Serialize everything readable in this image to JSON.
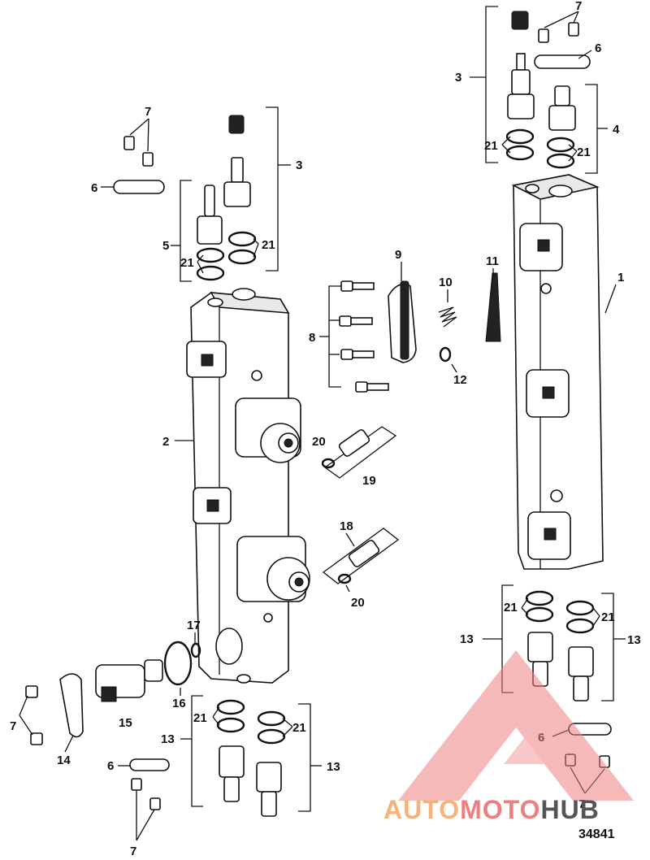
{
  "figure": {
    "number": "34841"
  },
  "watermark": {
    "part1": "AUTO",
    "part2": "MOTO",
    "part3": "HUB",
    "color_primary": "#ef7f7f",
    "color_secondary": "#f6b27a"
  },
  "callouts": {
    "c1": "1",
    "c2": "2",
    "c3a": "3",
    "c3b": "3",
    "c4": "4",
    "c5": "5",
    "c6a": "6",
    "c6b": "6",
    "c6c": "6",
    "c6d": "6",
    "c7a": "7",
    "c7b": "7",
    "c7c": "7",
    "c7d": "7",
    "c7e": "7",
    "c8": "8",
    "c9": "9",
    "c10": "10",
    "c11": "11",
    "c12": "12",
    "c13a": "13",
    "c13b": "13",
    "c13c": "13",
    "c13d": "13",
    "c14": "14",
    "c15": "15",
    "c16": "16",
    "c17": "17",
    "c18": "18",
    "c19": "19",
    "c20a": "20",
    "c20b": "20",
    "c21a": "21",
    "c21b": "21",
    "c21c": "21",
    "c21d": "21",
    "c21e": "21",
    "c21f": "21",
    "c21g": "21",
    "c21h": "21"
  }
}
